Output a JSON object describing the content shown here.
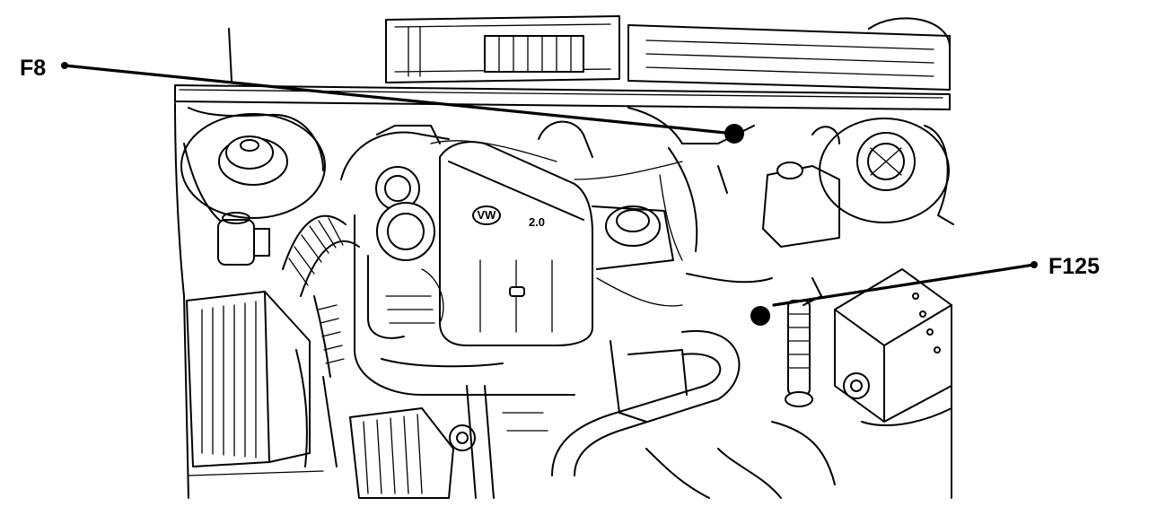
{
  "diagram": {
    "callouts": [
      {
        "id": "f8",
        "label": "F8"
      },
      {
        "id": "f125",
        "label": "F125"
      }
    ],
    "engine_cover_badge": "VW",
    "engine_cover_text": "2.0",
    "colors": {
      "line": "#000000",
      "background": "#ffffff"
    }
  }
}
